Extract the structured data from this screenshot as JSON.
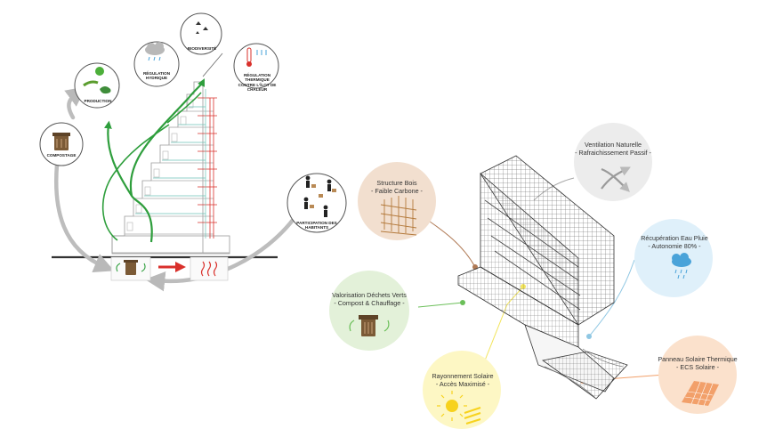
{
  "left_section": {
    "labels": {
      "biodiversite": "BIODIVERSITÉ",
      "regulation_hydrique": "RÉGULATION HYDRIQUE",
      "regulation_thermique": "RÉGULATION THERMIQUE CONTRE L'ÎLOT DE CHALEUR",
      "production": "PRODUCTION",
      "compostage": "COMPOSTAGE",
      "participation": "PARTICIPATION DES HABITANTS"
    }
  },
  "bubbles": {
    "structure_bois": {
      "title": "Structure Bois",
      "subtitle": "- Faible Carbone -"
    },
    "ventilation": {
      "title": "Ventilation Naturelle",
      "subtitle": "- Rafraichissement Passif -"
    },
    "recuperation": {
      "title": "Récupération Eau Pluie",
      "subtitle": "- Autonomie 80% -"
    },
    "dechets": {
      "title": "Valorisation Déchets Verts",
      "subtitle": "- Compost & Chauffage -"
    },
    "rayonnement": {
      "title": "Rayonnement Solaire",
      "subtitle": "- Accès Maximisé -"
    },
    "panneau": {
      "title": "Panneau Solaire Thermique",
      "subtitle": "- ECS Solaire -"
    }
  },
  "colors": {
    "structure": "#f2dfcf",
    "ventilation": "#ececec",
    "recuperation": "#dff0fa",
    "dechets": "#e3f1d9",
    "rayonnement": "#fdf7c4",
    "panneau": "#fbe1cc",
    "green_flow": "#2e9e3c",
    "red_pipe": "#d9302b"
  }
}
